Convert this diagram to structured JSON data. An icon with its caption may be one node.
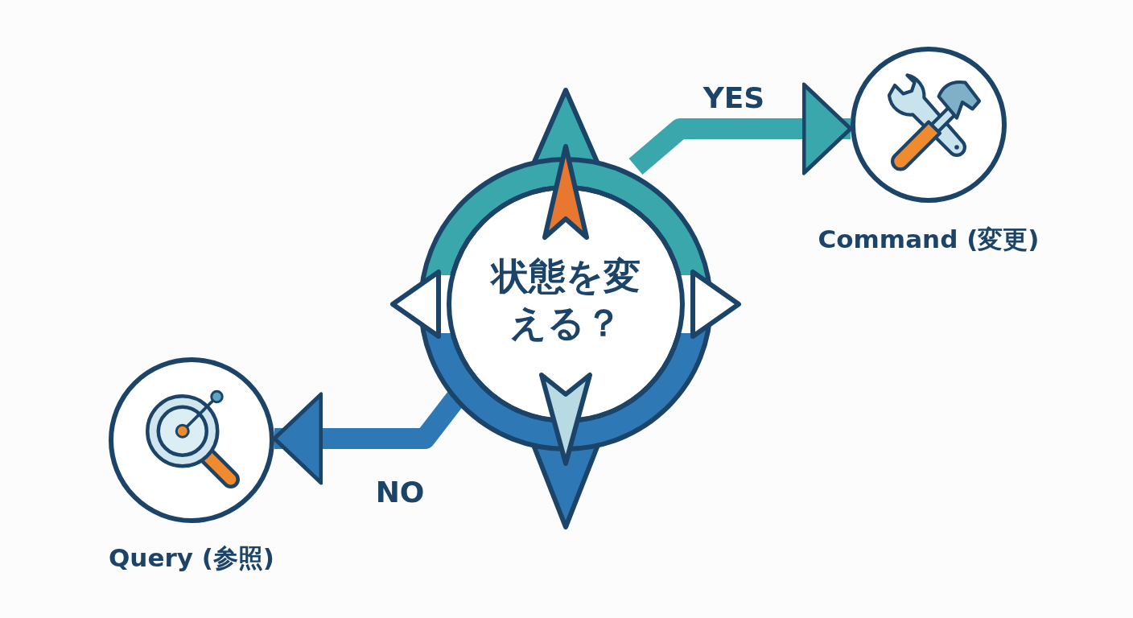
{
  "diagram": {
    "nodes": [
      {
        "text": [
          "状態を変える？"
        ]
      },
      {
        "text": [
          "Command (変更)"
        ]
      },
      {
        "text": [
          "Query (参照)"
        ]
      }
    ],
    "edges": [
      {
        "from": 0,
        "to": 1,
        "arrow": "to",
        "label": "YES",
        "color": "#3aa7ad"
      },
      {
        "from": 0,
        "to": 2,
        "arrow": "to",
        "label": "NO",
        "color": "#2d78b5"
      }
    ]
  }
}
